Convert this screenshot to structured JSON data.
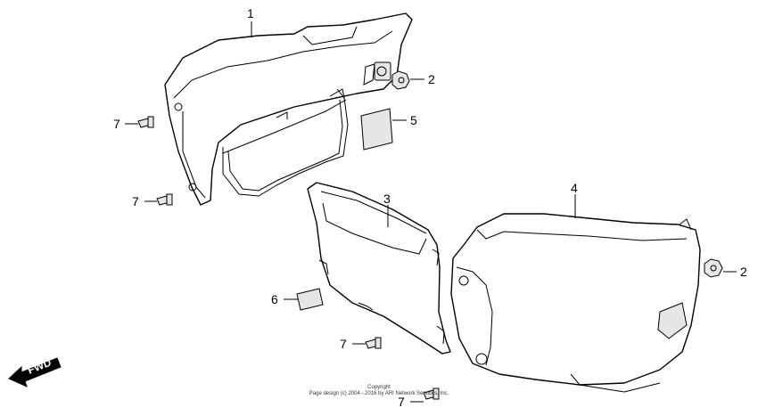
{
  "callouts": [
    {
      "id": "c1",
      "label": "1"
    },
    {
      "id": "c2a",
      "label": "2"
    },
    {
      "id": "c2b",
      "label": "2"
    },
    {
      "id": "c3",
      "label": "3"
    },
    {
      "id": "c4",
      "label": "4"
    },
    {
      "id": "c5",
      "label": "5"
    },
    {
      "id": "c6",
      "label": "6"
    },
    {
      "id": "c7a",
      "label": "7"
    },
    {
      "id": "c7b",
      "label": "7"
    },
    {
      "id": "c7c",
      "label": "7"
    },
    {
      "id": "c7d",
      "label": "7"
    }
  ],
  "fwd_label": "FWD",
  "copyright": {
    "line1": "Copyright",
    "line2": "Page design (c) 2004 - 2016 by ARI Network Services, Inc."
  }
}
